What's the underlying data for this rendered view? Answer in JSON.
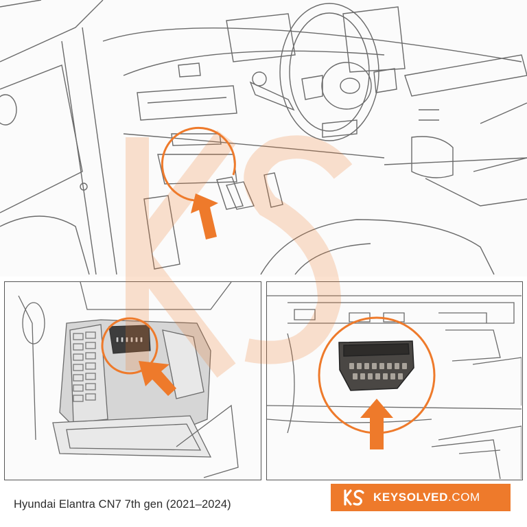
{
  "caption": "Hyundai Elantra CN7 7th gen (2021–2024)",
  "brand": {
    "name": "KEYSOLVED",
    "tld": ".COM",
    "logo_icon": "ks-logo-icon"
  },
  "colors": {
    "accent": "#ee7a2b",
    "line": "#555555"
  },
  "images": {
    "overview": "driver-footwell-overview-illustration",
    "fuse_panel": "fuse-box-panel-open-illustration",
    "obd_port": "obd2-port-closeup-illustration"
  }
}
